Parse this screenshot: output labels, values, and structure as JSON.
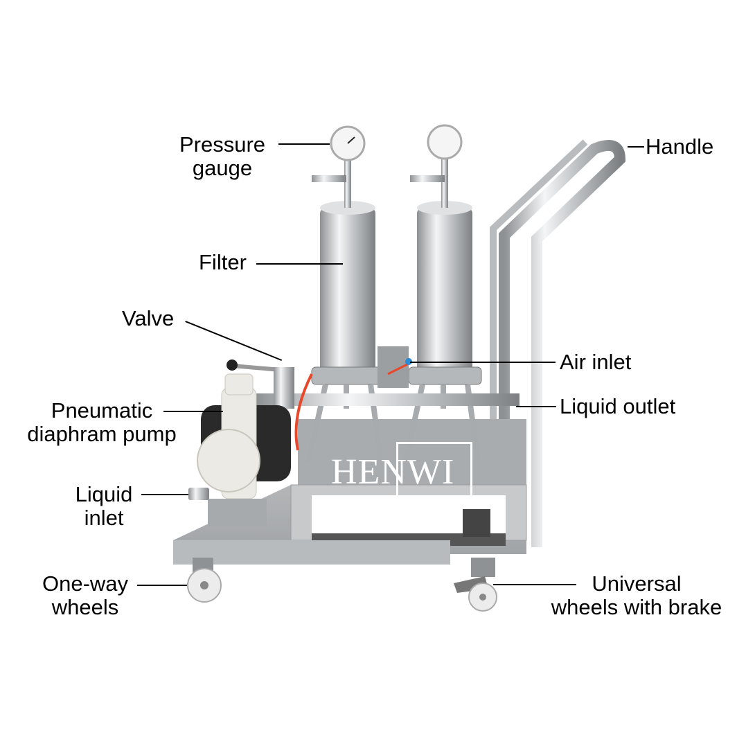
{
  "labels": {
    "pressure_gauge": "Pressure\ngauge",
    "pressure_gauge_l1": "Pressure",
    "pressure_gauge_l2": "gauge",
    "handle": "Handle",
    "filter": "Filter",
    "valve": "Valve",
    "air_inlet": "Air inlet",
    "pump_l1": "Pneumatic",
    "pump_l2": "diaphram pump",
    "liquid_outlet": "Liquid outlet",
    "liquid_inlet_l1": "Liquid",
    "liquid_inlet_l2": "inlet",
    "oneway_l1": "One-way",
    "oneway_l2": "wheels",
    "universal_l1": "Universal",
    "universal_l2": "wheels with brake"
  },
  "watermark": "HENWI",
  "colors": {
    "steel": "#c8cacc",
    "steel_dark": "#8e9194",
    "hose": "#e8482a",
    "pump_body": "#eceae4",
    "pump_dark": "#2a2a2a"
  }
}
